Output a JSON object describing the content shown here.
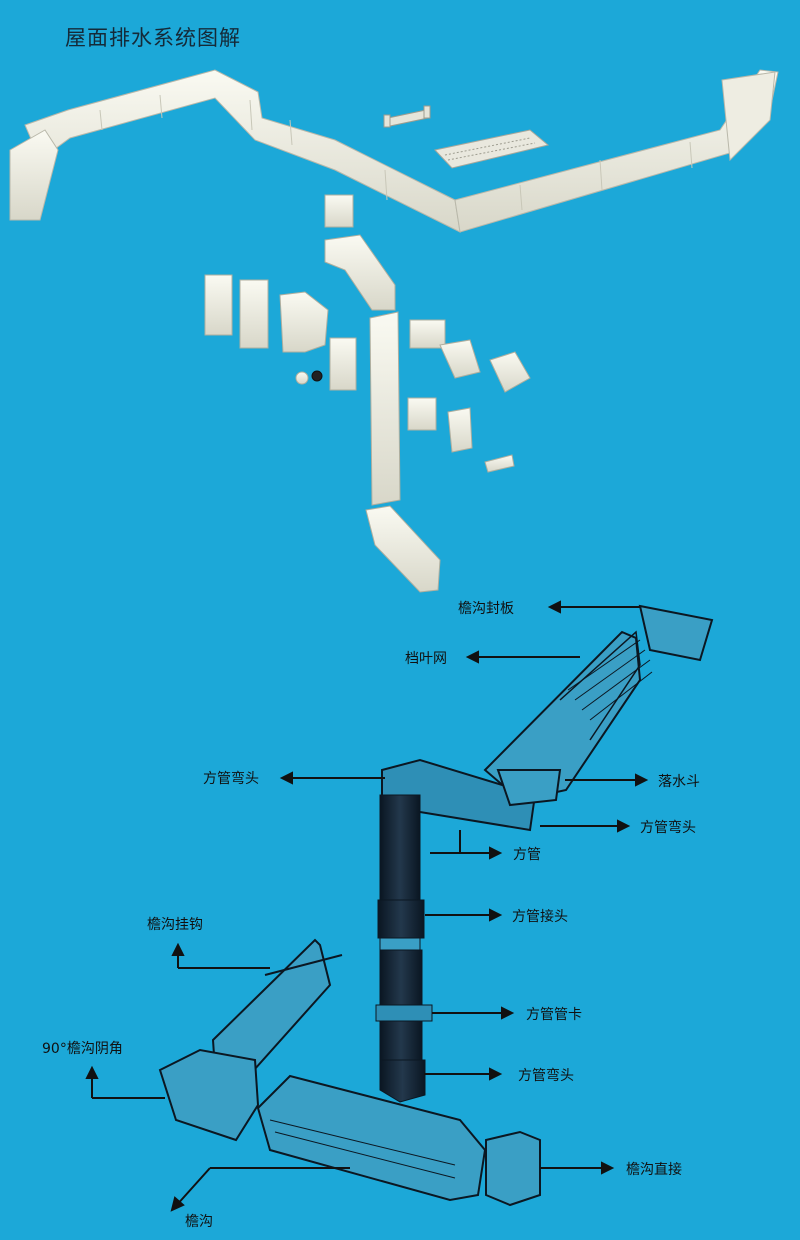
{
  "title": "屋面排水系统图解",
  "labels": {
    "gutter_end_cap": "檐沟封板",
    "leaf_guard": "档叶网",
    "square_pipe_elbow_top": "方管弯头",
    "outlet": "落水斗",
    "square_pipe_elbow_right": "方管弯头",
    "square_pipe": "方管",
    "square_pipe_joint": "方管接头",
    "gutter_hanger": "檐沟挂钩",
    "square_pipe_clamp": "方管管卡",
    "inner_corner_90": "90°檐沟阴角",
    "square_pipe_elbow_bottom": "方管弯头",
    "gutter_connector": "檐沟直接",
    "gutter": "檐沟"
  },
  "colors": {
    "background": "#1ca8d8",
    "part_fill": "#f2f1e6",
    "part_shade": "#d7d6c8",
    "dark_part": "#0e1c2a",
    "arrow": "#111111"
  }
}
